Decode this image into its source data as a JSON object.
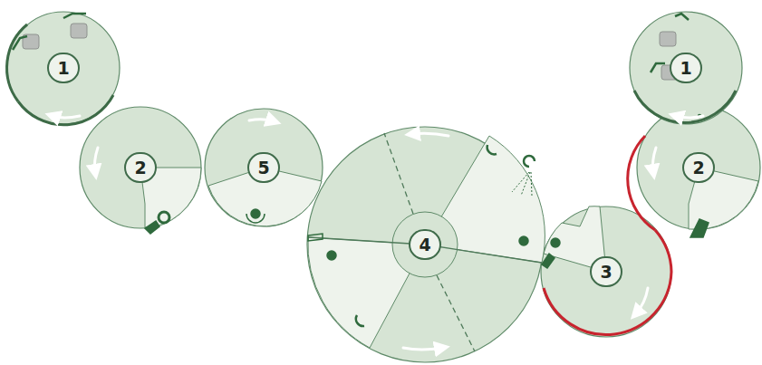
{
  "diagram": {
    "nodes": [
      {
        "text": [
          "1"
        ]
      },
      {
        "text": [
          "2"
        ]
      },
      {
        "text": [
          "5"
        ]
      },
      {
        "text": [
          "4"
        ]
      },
      {
        "text": [
          "3"
        ]
      },
      {
        "text": [
          "2"
        ]
      },
      {
        "text": [
          "1"
        ]
      }
    ]
  }
}
